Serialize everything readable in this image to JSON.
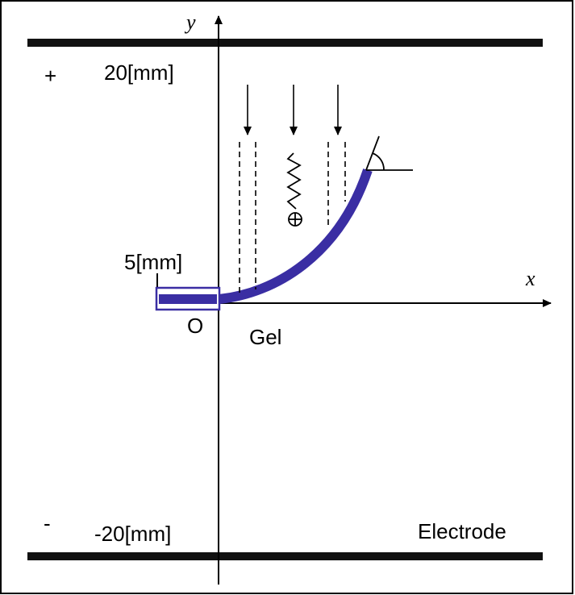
{
  "labels": {
    "axis_x": "x",
    "axis_y": "y",
    "origin": "O",
    "top_position": "20[mm]",
    "bottom_position": "-20[mm]",
    "thickness": "5[mm]",
    "gel": "Gel",
    "electrode": "Electrode",
    "plus_sign": "+",
    "minus_sign": "-"
  },
  "colors": {
    "gel": "#3a2ea3",
    "line": "#000000",
    "electrode": "#111111"
  },
  "icons": {
    "ion": "circled-plus-icon",
    "spring": "zigzag-spring-icon",
    "angle": "angle-arc-icon"
  }
}
